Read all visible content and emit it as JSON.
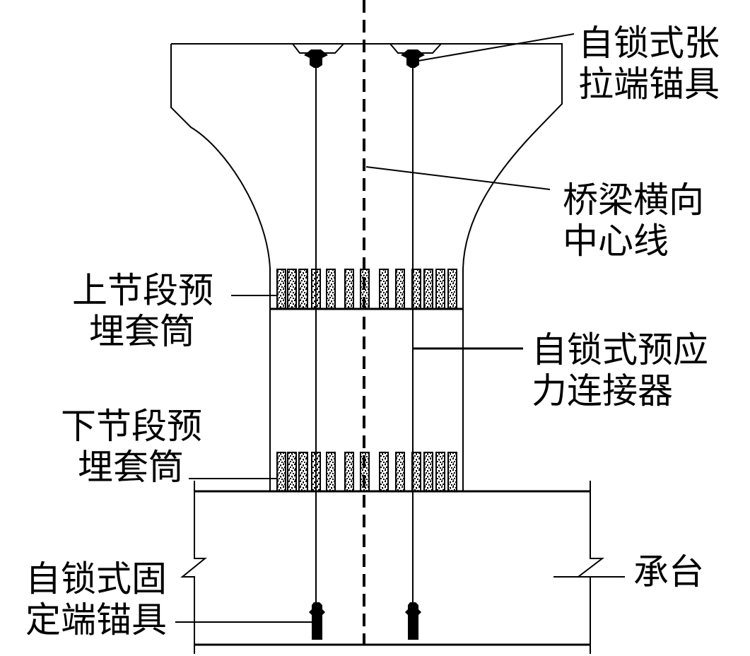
{
  "title": "Self-locking prestressed pier connection diagram",
  "colors": {
    "stroke": "#000000",
    "background": "#ffffff"
  },
  "labels": {
    "tension_anchor": {
      "line1": "自锁式张",
      "line2": "拉端锚具"
    },
    "centerline": {
      "line1": "桥梁横向",
      "line2": "中心线"
    },
    "upper_sleeve": {
      "line1": "上节段预",
      "line2": "埋套筒"
    },
    "connector": {
      "line1": "自锁式预应",
      "line2": "力连接器"
    },
    "lower_sleeve": {
      "line1": "下节段预",
      "line2": "埋套筒"
    },
    "pile_cap": {
      "line1": "承台"
    },
    "fixed_anchor": {
      "line1": "自锁式固",
      "line2": "定端锚具"
    }
  },
  "components": {
    "tendon_count": 2,
    "sleeves_per_band": 13,
    "sleeve_bands": [
      "upper",
      "lower"
    ]
  }
}
